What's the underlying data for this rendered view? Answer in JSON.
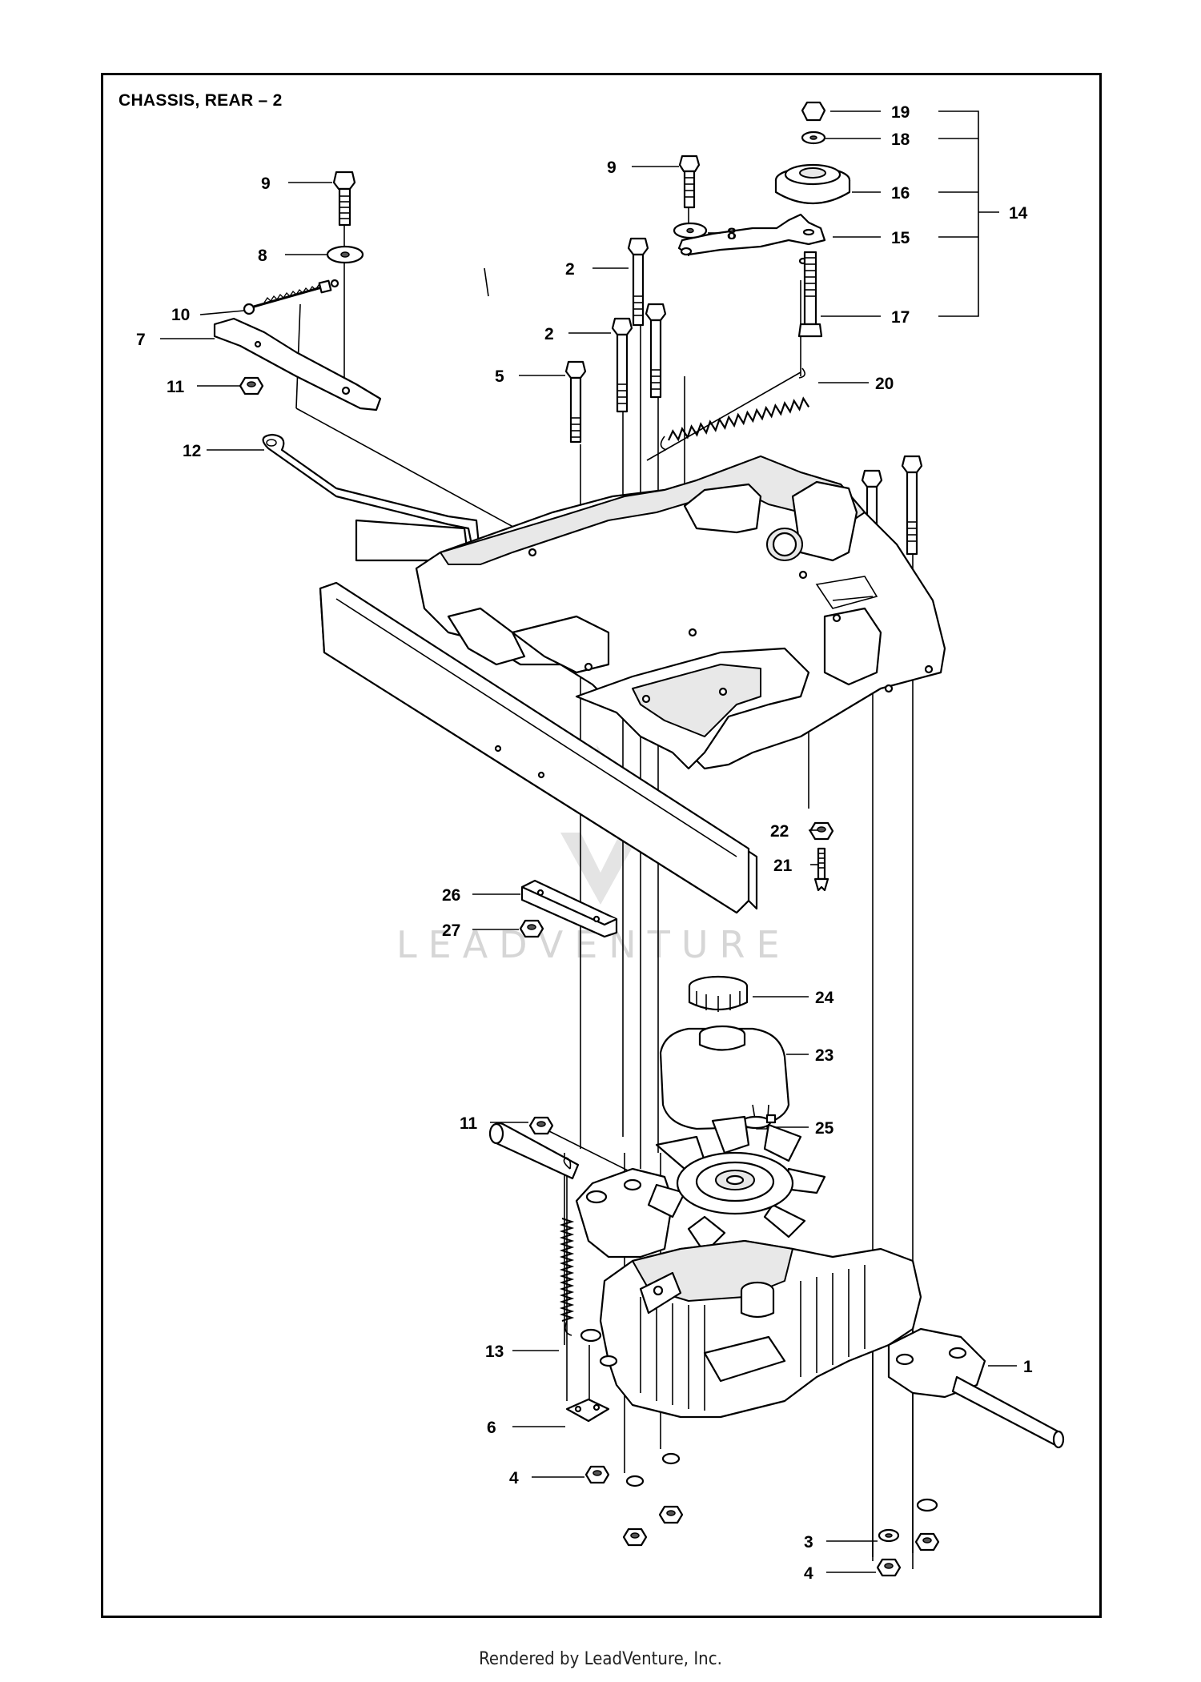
{
  "title": "CHASSIS, REAR – 2",
  "footer": "Rendered by LeadVenture, Inc.",
  "watermark": "LEADVENTURE",
  "callouts": [
    {
      "id": "c19",
      "label": "19"
    },
    {
      "id": "c18",
      "label": "18"
    },
    {
      "id": "c16",
      "label": "16"
    },
    {
      "id": "c14",
      "label": "14"
    },
    {
      "id": "c15",
      "label": "15"
    },
    {
      "id": "c17",
      "label": "17"
    },
    {
      "id": "c20",
      "label": "20"
    },
    {
      "id": "c9a",
      "label": "9"
    },
    {
      "id": "c8a",
      "label": "8"
    },
    {
      "id": "c9b",
      "label": "9"
    },
    {
      "id": "c8b",
      "label": "8"
    },
    {
      "id": "c10",
      "label": "10"
    },
    {
      "id": "c7",
      "label": "7"
    },
    {
      "id": "c11a",
      "label": "11"
    },
    {
      "id": "c2a",
      "label": "2"
    },
    {
      "id": "c2b",
      "label": "2"
    },
    {
      "id": "c5",
      "label": "5"
    },
    {
      "id": "c12",
      "label": "12"
    },
    {
      "id": "c22",
      "label": "22"
    },
    {
      "id": "c21",
      "label": "21"
    },
    {
      "id": "c26",
      "label": "26"
    },
    {
      "id": "c27",
      "label": "27"
    },
    {
      "id": "c24",
      "label": "24"
    },
    {
      "id": "c23",
      "label": "23"
    },
    {
      "id": "c11b",
      "label": "11"
    },
    {
      "id": "c25",
      "label": "25"
    },
    {
      "id": "c13",
      "label": "13"
    },
    {
      "id": "c1",
      "label": "1"
    },
    {
      "id": "c6",
      "label": "6"
    },
    {
      "id": "c4a",
      "label": "4"
    },
    {
      "id": "c3",
      "label": "3"
    },
    {
      "id": "c4b",
      "label": "4"
    }
  ]
}
